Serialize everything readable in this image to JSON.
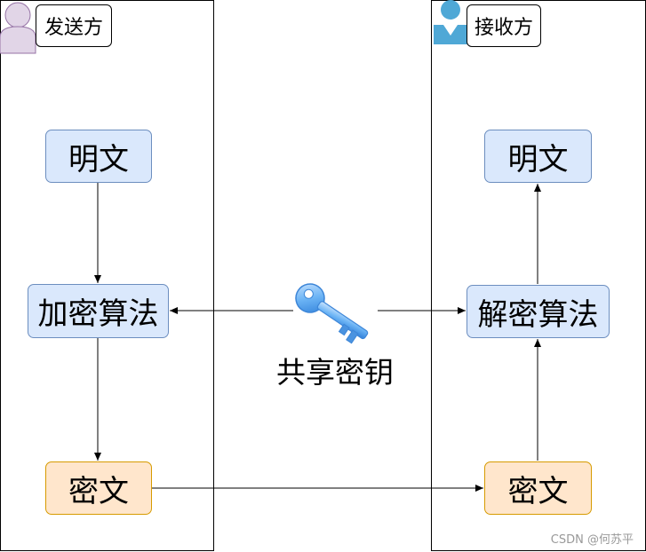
{
  "sender": {
    "label": "发送方"
  },
  "receiver": {
    "label": "接收方"
  },
  "sender_flow": {
    "plaintext": "明文",
    "encrypt": "加密算法",
    "ciphertext": "密文"
  },
  "receiver_flow": {
    "plaintext": "明文",
    "decrypt": "解密算法",
    "ciphertext": "密文"
  },
  "shared_key": {
    "label": "共享密钥",
    "icon": "key-icon"
  },
  "watermark": "CSDN @何苏平",
  "colors": {
    "blue_fill": "#dae8fc",
    "blue_stroke": "#6c8ebf",
    "orange_fill": "#ffe6cc",
    "orange_stroke": "#d79b00",
    "sender_avatar": "#e1d5e7",
    "receiver_avatar": "#4fa8d6"
  }
}
